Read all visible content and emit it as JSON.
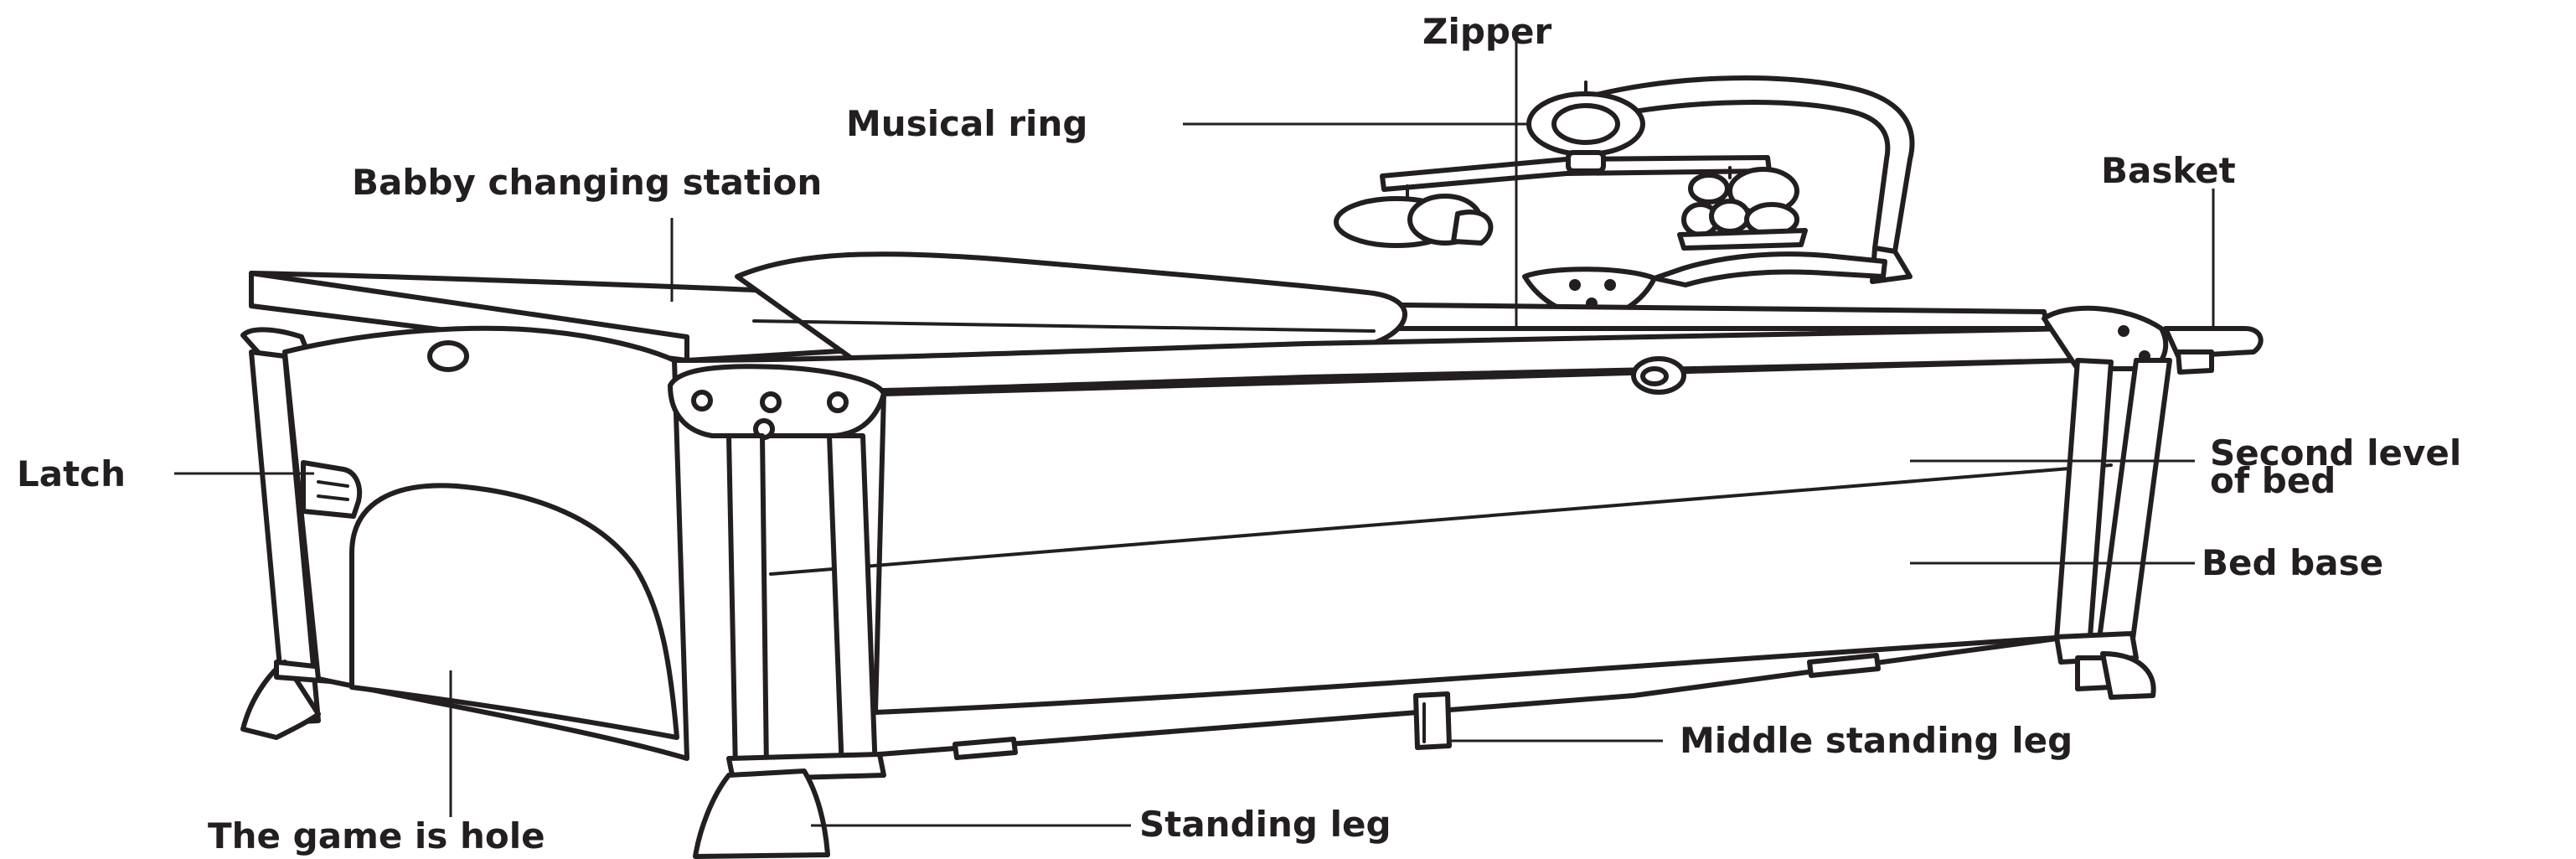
{
  "labels": {
    "zipper": "Zipper",
    "musical_ring": "Musical ring",
    "changing_station": "Babby changing station",
    "basket": "Basket",
    "latch": "Latch",
    "second_level_line1": "Second level",
    "second_level_line2": "of bed",
    "bed_base": "Bed base",
    "middle_leg": "Middle standing leg",
    "game_hole": "The game is hole",
    "standing_leg": "Standing leg"
  },
  "colors": {
    "ink": "#231f20",
    "background": "#ffffff"
  }
}
